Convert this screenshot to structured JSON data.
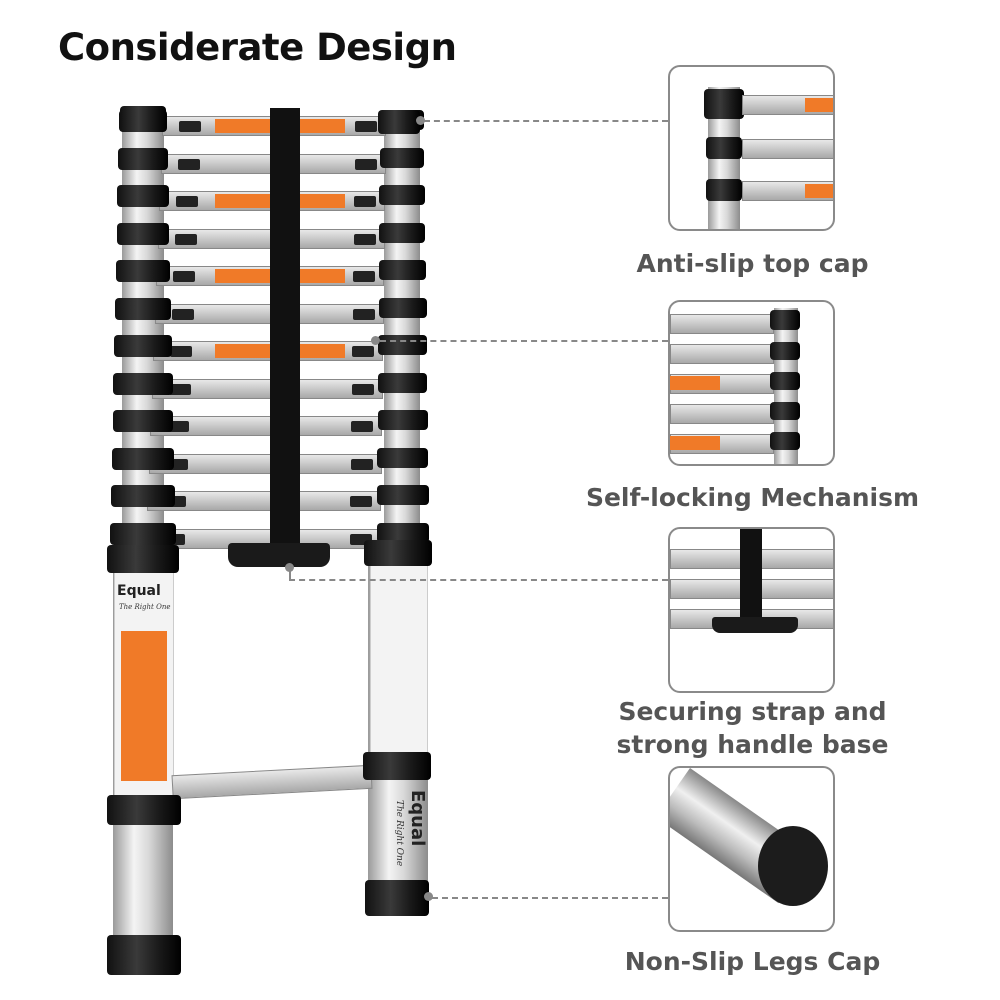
{
  "title": "Considerate Design",
  "features": [
    {
      "label": "Anti-slip top cap"
    },
    {
      "label": "Self-locking Mechanism"
    },
    {
      "label_line1": "Securing strap and",
      "label_line2": "strong handle base"
    },
    {
      "label": "Non-Slip Legs Cap"
    }
  ],
  "product_branding": {
    "brand": "Equal",
    "tagline": "The Right One"
  },
  "colors": {
    "accent_orange": "#f07a28",
    "caption_gray": "#555555",
    "callout_border": "#8a8a8a"
  }
}
